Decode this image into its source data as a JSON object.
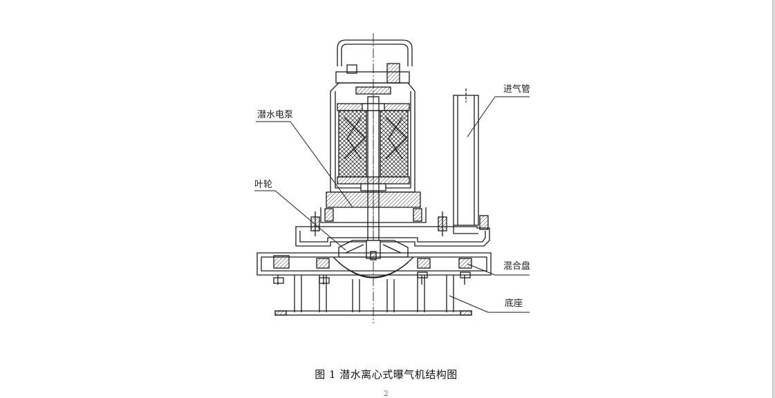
{
  "figure": {
    "labels": {
      "pump": "潜水电泵",
      "impeller": "叶轮",
      "air_pipe": "进气管",
      "mixing_plate": "混合盘",
      "base": "底座"
    },
    "caption": "图 1  潜水离心式曝气机结构图"
  },
  "page_number": "2",
  "colors": {
    "line": "#1a1a1a",
    "hatch": "#333333",
    "page_border": "#bdbdbd"
  }
}
